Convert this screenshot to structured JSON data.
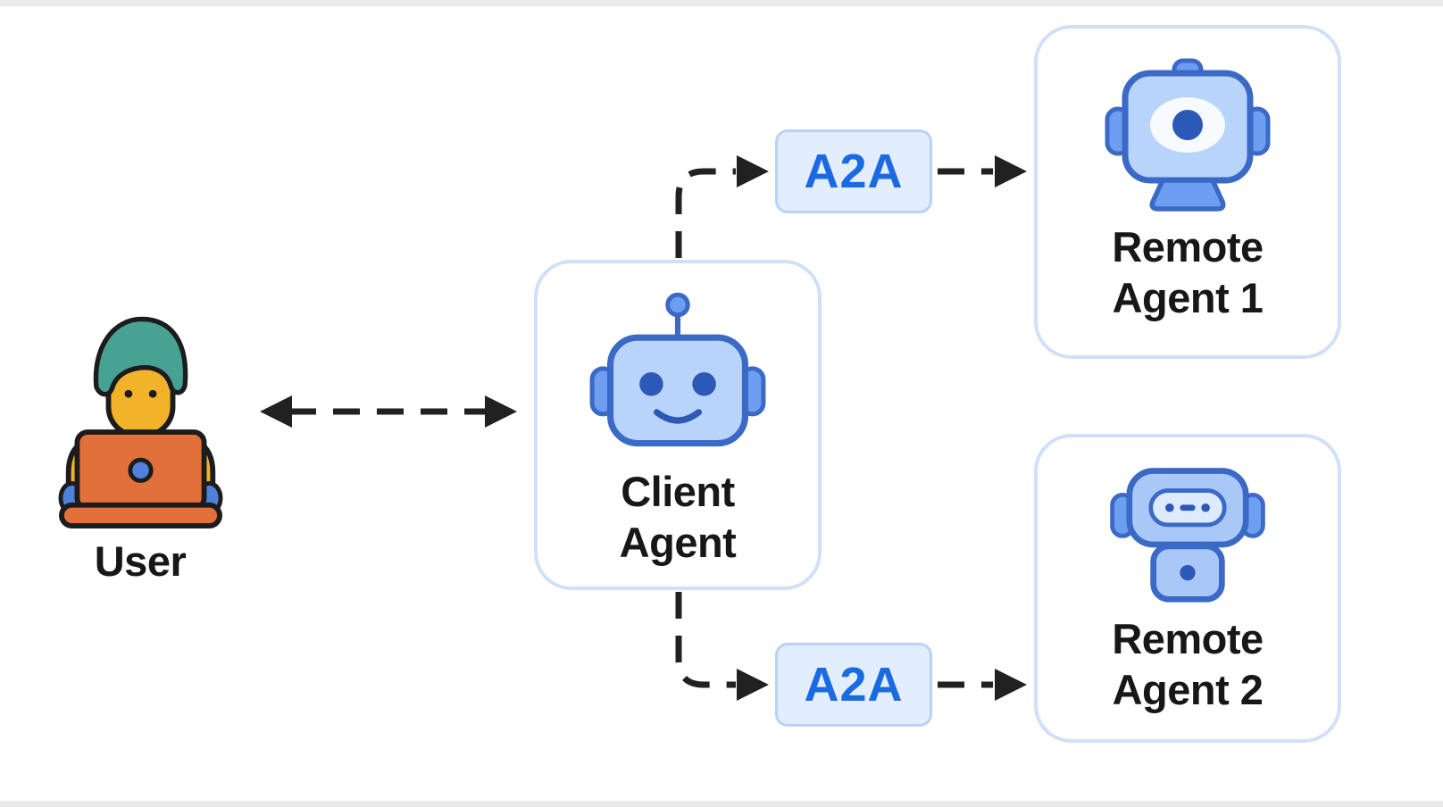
{
  "diagram": {
    "nodes": {
      "user": {
        "label": "User"
      },
      "client_agent": {
        "lines": [
          "Client",
          "Agent"
        ]
      },
      "remote_agent_1": {
        "lines": [
          "Remote",
          "Agent 1"
        ]
      },
      "remote_agent_2": {
        "lines": [
          "Remote",
          "Agent 2"
        ]
      }
    },
    "badges": {
      "a2a_top": {
        "label": "A2A"
      },
      "a2a_bottom": {
        "label": "A2A"
      }
    },
    "edges": [
      {
        "from": "user",
        "to": "client_agent",
        "style": "dashed",
        "direction": "bidirectional"
      },
      {
        "from": "client_agent",
        "to": "a2a_top",
        "style": "dashed",
        "direction": "forward"
      },
      {
        "from": "a2a_top",
        "to": "remote_agent_1",
        "style": "dashed",
        "direction": "forward"
      },
      {
        "from": "client_agent",
        "to": "a2a_bottom",
        "style": "dashed",
        "direction": "forward"
      },
      {
        "from": "a2a_bottom",
        "to": "remote_agent_2",
        "style": "dashed",
        "direction": "forward"
      }
    ],
    "icons": {
      "user": "person-at-laptop-icon",
      "client_agent": "robot-head-antenna-icon",
      "remote_agent_1": "robot-camera-eye-icon",
      "remote_agent_2": "robot-visor-icon"
    },
    "colors": {
      "background": "#ffffff",
      "node_border": "#cfe0f8",
      "badge_background": "#e2edfd",
      "badge_border": "#b9d2f6",
      "badge_text": "#1a6ae2",
      "label_text": "#171717",
      "arrow": "#212121",
      "robot_fill_light": "#b9d4fa",
      "robot_fill_mid": "#6d9ff1",
      "robot_accent_dark": "#2c58b8",
      "robot_outline": "#3b69c6",
      "hair": "#47a293",
      "skin": "#f2b32a",
      "laptop": "#e2703a",
      "laptop_logo": "#4f80da"
    }
  }
}
